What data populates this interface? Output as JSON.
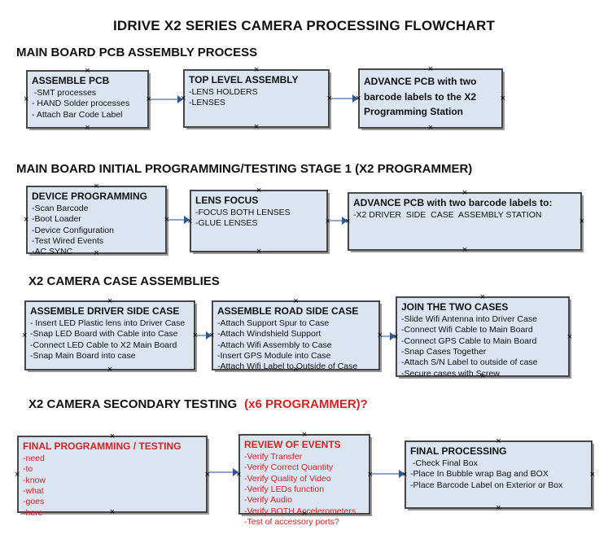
{
  "page": {
    "title": "IDRIVE X2  SERIES CAMERA PROCESSING FLOWCHART"
  },
  "colors": {
    "box_fill": "#dbe5f1",
    "box_border": "#474747",
    "box_shadow": "#999999",
    "arrow_line": "#91a7c8",
    "arrow_head": "#2e5894",
    "red_text": "#d42222",
    "black_text": "#111111"
  },
  "sections": [
    {
      "heading": "MAIN BOARD PCB ASSEMBLY PROCESS",
      "boxes": [
        {
          "title": "ASSEMBLE PCB",
          "items": [
            " -SMT processes",
            "- HAND Solder processes",
            "- Attach Bar Code Label"
          ]
        },
        {
          "title": "TOP LEVEL ASSEMBLY",
          "items": [
            "-LENS HOLDERS",
            "-LENSES"
          ]
        },
        {
          "title": "ADVANCE PCB with two barcode labels to the X2 Programming Station",
          "items": []
        }
      ]
    },
    {
      "heading": "MAIN BOARD INITIAL PROGRAMMING/TESTING STAGE 1 (X2 PROGRAMMER)",
      "boxes": [
        {
          "title": "DEVICE PROGRAMMING",
          "items": [
            "-Scan Barcode",
            "-Boot Loader",
            "-Device Configuration",
            "-Test Wired Events",
            "-AC SYNC"
          ]
        },
        {
          "title": "LENS FOCUS",
          "items": [
            "-FOCUS BOTH LENSES",
            "-GLUE LENSES"
          ]
        },
        {
          "title": "ADVANCE PCB with two barcode labels to:",
          "items": [
            "-X2 DRIVER  SIDE  CASE  ASSEMBLY STATION"
          ]
        }
      ]
    },
    {
      "heading": "X2 CAMERA CASE ASSEMBLIES",
      "boxes": [
        {
          "title": "ASSEMBLE DRIVER SIDE CASE",
          "items": [
            "- Insert LED Plastic lens into Driver Case",
            "-Snap LED Board with Cable into Case",
            "-Connect LED Cable to X2 Main Board",
            "-Snap Main Board into case"
          ]
        },
        {
          "title": "ASSEMBLE ROAD SIDE CASE",
          "items": [
            "-Attach Support Spur to Case",
            "-Attach Windshield Support",
            "-Attach Wifi Assembly to Case",
            "-Insert GPS Module into Case",
            "-Attach Wifi Label to Outside of Case"
          ]
        },
        {
          "title": "JOIN THE TWO CASES",
          "items": [
            "-Slide Wifi Antenna into Driver Case",
            "-Connect Wifi Cable to Main Board",
            "-Connect GPS Cable to Main Board",
            "-Snap Cases Together",
            "-Attach S/N Label to outside of case",
            "-Secure cases with Screw"
          ]
        }
      ]
    },
    {
      "heading": "X2 CAMERA SECONDARY TESTING",
      "heading_red": "(x6 PROGRAMMER)?",
      "boxes": [
        {
          "title": "FINAL PROGRAMMING / TESTING",
          "items": [
            "-need",
            "-to",
            "-know",
            "-what",
            "-goes",
            "-here"
          ]
        },
        {
          "title": "REVIEW OF EVENTS",
          "items": [
            "-Verify Transfer",
            "-Verify Correct Quantity",
            "-Verify Quality of Video",
            "-Verify LEDs function",
            "-Verify Audio",
            "-Verify BOTH Accelerometers",
            "-Test of accessory ports?"
          ]
        },
        {
          "title": "FINAL PROCESSING",
          "items": [
            " -Check Final Box",
            "-Place In Bubble wrap Bag and BOX",
            "-Place Barcode Label on Exterior or Box"
          ]
        }
      ]
    }
  ]
}
